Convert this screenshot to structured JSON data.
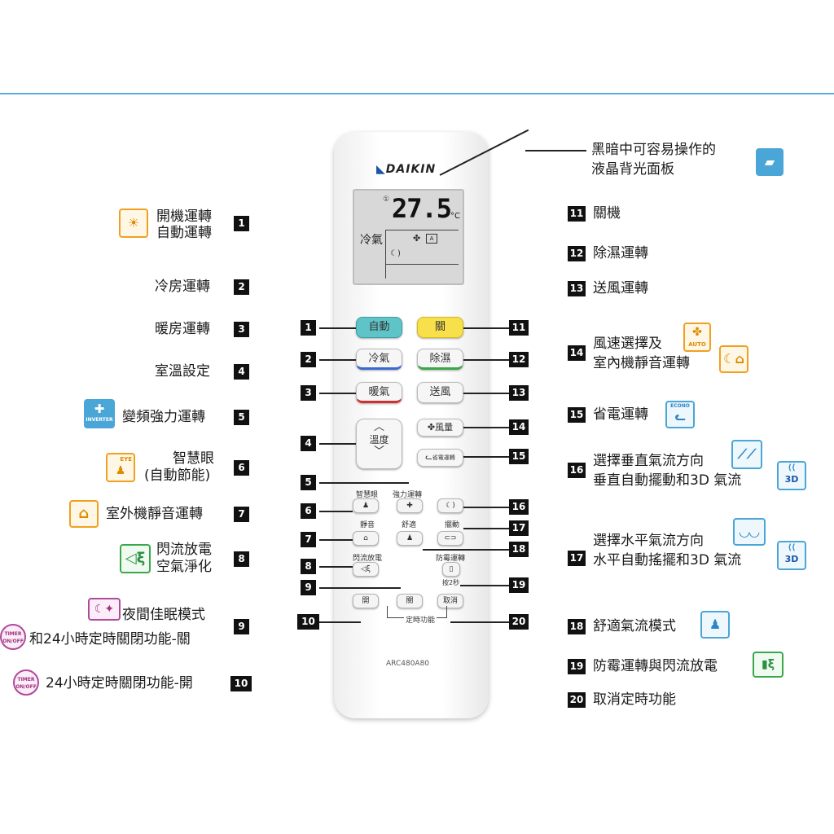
{
  "remote": {
    "brand": "DAIKIN",
    "model": "ARC480A80",
    "lcd": {
      "temp": "27.5",
      "unit": "°C",
      "mode_text": "冷氣"
    },
    "buttons": {
      "auto": "自動",
      "off": "關",
      "cool": "冷氣",
      "dry": "除濕",
      "heat": "暖氣",
      "fan": "送風",
      "temp": "溫度",
      "fan_speed": "風量",
      "econo_sym": "省電運轉",
      "eye_lbl": "智慧眼",
      "powerful_lbl": "強力運轉",
      "swing_lbl": "擺動",
      "quiet_lbl": "靜音",
      "comfort_lbl": "舒適",
      "streamer_lbl": "閃流放電",
      "mold_lbl": "防霉運轉",
      "hold": "按2秒",
      "timer_on": "開",
      "timer_off": "關",
      "timer_cancel": "取消",
      "timer_lbl": "定時功能"
    }
  },
  "numbers": [
    "1",
    "2",
    "3",
    "4",
    "5",
    "6",
    "7",
    "8",
    "9",
    "10",
    "11",
    "12",
    "13",
    "14",
    "15",
    "16",
    "17",
    "18",
    "19",
    "20"
  ],
  "left": {
    "l1a": "開機運轉",
    "l1b": "自動運轉",
    "l2": "冷房運轉",
    "l3": "暖房運轉",
    "l4": "室溫設定",
    "l5": "變頻強力運轉",
    "l6a": "智慧眼",
    "l6b": "(自動節能)",
    "l7": "室外機靜音運轉",
    "l8a": "閃流放電",
    "l8b": "空氣淨化",
    "l9a": "夜間佳眠模式",
    "l9b": "和24小時定時關閉功能-關",
    "l10": "24小時定時關閉功能-開"
  },
  "right": {
    "lcd_a": "黑暗中可容易操作的",
    "lcd_b": "液晶背光面板",
    "r11": "關機",
    "r12": "除濕運轉",
    "r13": "送風運轉",
    "r14a": "風速選擇及",
    "r14b": "室內機靜音運轉",
    "r15": "省電運轉",
    "r16a": "選擇垂直氣流方向",
    "r16b": "垂直自動擺動和3D 氣流",
    "r17a": "選擇水平氣流方向",
    "r17b": "水平自動搖擺和3D 氣流",
    "r18": "舒適氣流模式",
    "r19": "防霉運轉與閃流放電",
    "r20": "取消定時功能"
  },
  "icons": {
    "auto": "AUTO",
    "inverter": "INVERTER",
    "eye": "EYE",
    "timer_a": "TIMER",
    "timer_b": "ON/OFF",
    "econo": "ECONO",
    "three_d": "3D"
  },
  "colors": {
    "accent_line": "#5aaedc",
    "orange": "#f0a020",
    "blue": "#4aa6d6",
    "green": "#3aa84a",
    "purple": "#b04a9a"
  }
}
